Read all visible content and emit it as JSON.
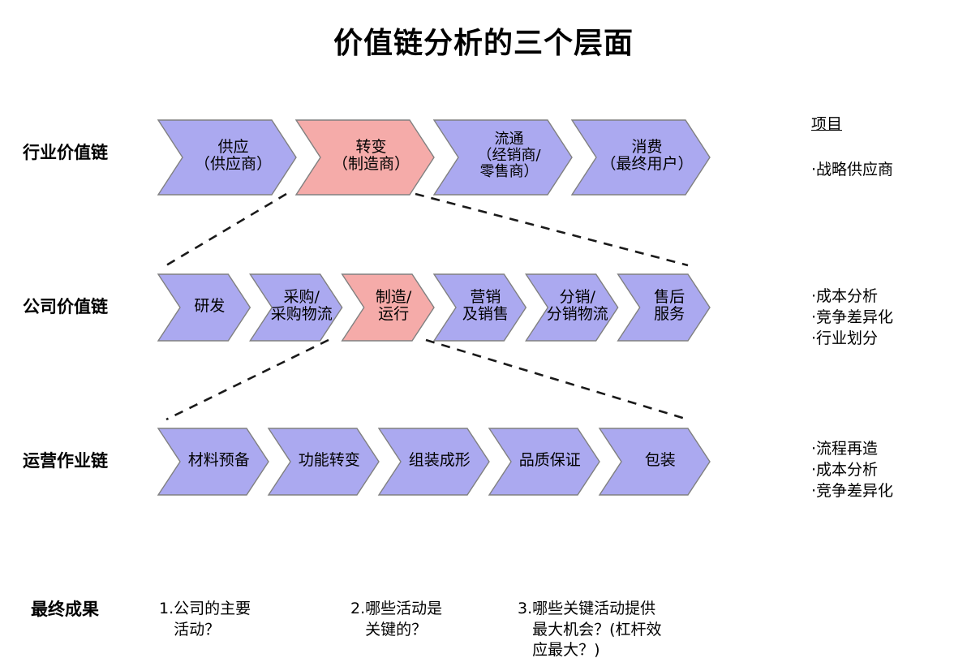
{
  "title": "价值链分析的三个层面",
  "rows": [
    {
      "label": "行业价值链",
      "segments": [
        {
          "text": "供应\n（供应商）",
          "color": "#ABA9F0"
        },
        {
          "text": "转变\n（制造商）",
          "color": "#F5ABA9"
        },
        {
          "text": "流通\n（经销商/\n零售商）",
          "color": "#ABA9F0"
        },
        {
          "text": "消费\n（最终用户）",
          "color": "#ABA9F0"
        }
      ],
      "side_items": [
        "·战略供应商"
      ]
    },
    {
      "label": "公司价值链",
      "segments": [
        {
          "text": "研发",
          "color": "#ABA9F0"
        },
        {
          "text": "采购/\n采购物流",
          "color": "#ABA9F0"
        },
        {
          "text": "制造/\n运行",
          "color": "#F5ABA9"
        },
        {
          "text": "营销\n及销售",
          "color": "#ABA9F0"
        },
        {
          "text": "分销/\n分销物流",
          "color": "#ABA9F0"
        },
        {
          "text": "售后\n服务",
          "color": "#ABA9F0"
        }
      ],
      "side_items": [
        "·成本分析",
        "·竞争差异化",
        "·行业划分"
      ]
    },
    {
      "label": "运营作业链",
      "segments": [
        {
          "text": "材料预备",
          "color": "#ABA9F0"
        },
        {
          "text": "功能转变",
          "color": "#ABA9F0"
        },
        {
          "text": "组装成形",
          "color": "#ABA9F0"
        },
        {
          "text": "品质保证",
          "color": "#ABA9F0"
        },
        {
          "text": "包装",
          "color": "#ABA9F0"
        }
      ],
      "side_items": [
        "·流程再造",
        "·成本分析",
        "·竞争差异化"
      ]
    }
  ],
  "side_heading": "项目",
  "outcome_label": "最终成果",
  "outcomes": [
    "1.公司的主要\n   活动？",
    "2.哪些活动是\n   关键的？",
    "3.哪些关键活动提供\n   最大机会？(杠杆效\n   应最大？)"
  ],
  "colors": {
    "arrow_purple": "#ABA9F0",
    "arrow_pink": "#F5ABA9",
    "arrow_border": "#808080",
    "connector": "#1a1a1a",
    "text": "#000000"
  },
  "chart_data": {
    "type": "diagram",
    "title": "价值链分析的三个层面",
    "levels": [
      {
        "name": "行业价值链",
        "steps": [
          "供应（供应商）",
          "转变（制造商）",
          "流通（经销商/零售商）",
          "消费（最终用户）"
        ],
        "highlighted": "转变（制造商）"
      },
      {
        "name": "公司价值链",
        "steps": [
          "研发",
          "采购/采购物流",
          "制造/运行",
          "营销及销售",
          "分销/分销物流",
          "售后服务"
        ],
        "highlighted": "制造/运行"
      },
      {
        "name": "运营作业链",
        "steps": [
          "材料预备",
          "功能转变",
          "组装成形",
          "品质保证",
          "包装"
        ],
        "highlighted": null
      }
    ],
    "annotations_right": [
      [
        "·战略供应商"
      ],
      [
        "·成本分析",
        "·竞争差异化",
        "·行业划分"
      ],
      [
        "·流程再造",
        "·成本分析",
        "·竞争差异化"
      ]
    ],
    "footer": [
      "1.公司的主要活动？",
      "2.哪些活动是关键的？",
      "3.哪些关键活动提供最大机会？(杠杆效应最大？)"
    ]
  }
}
